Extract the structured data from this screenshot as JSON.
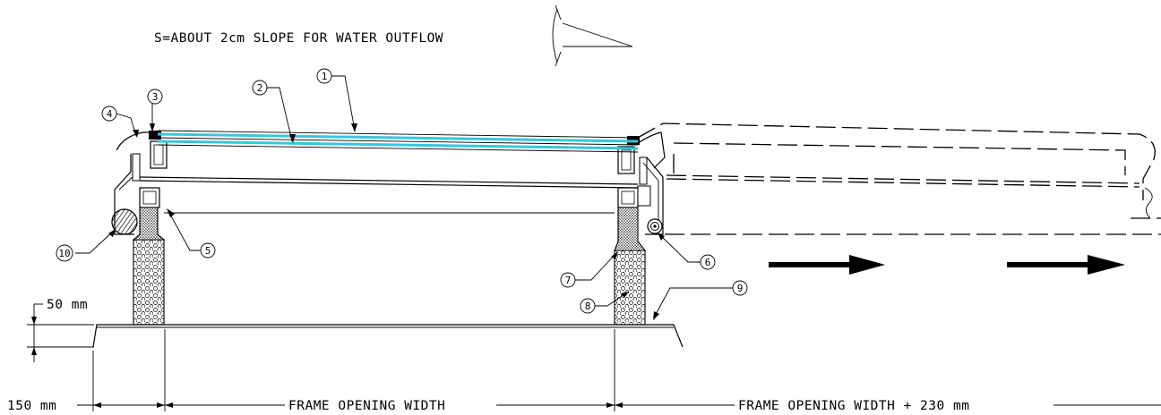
{
  "notes": {
    "slope": "S=ABOUT 2cm SLOPE FOR WATER OUTFLOW"
  },
  "dimensions": {
    "height_upstand": "50 mm",
    "width_flange": "150 mm",
    "opening": "FRAME OPENING WIDTH",
    "opening_plus": "FRAME OPENING WIDTH + 230 mm"
  },
  "callouts": [
    {
      "id": "1",
      "label": "1"
    },
    {
      "id": "2",
      "label": "2"
    },
    {
      "id": "3",
      "label": "3"
    },
    {
      "id": "4",
      "label": "4"
    },
    {
      "id": "5",
      "label": "5"
    },
    {
      "id": "6",
      "label": "6"
    },
    {
      "id": "7",
      "label": "7"
    },
    {
      "id": "8",
      "label": "8"
    },
    {
      "id": "9",
      "label": "9"
    },
    {
      "id": "10",
      "label": "10"
    }
  ],
  "colors": {
    "glazing": "#35c7dd",
    "lines": "#000000",
    "background": "#ffffff"
  },
  "icons": [
    "direction-arrow-icon",
    "slope-symbol-icon",
    "insulation-hatch"
  ]
}
